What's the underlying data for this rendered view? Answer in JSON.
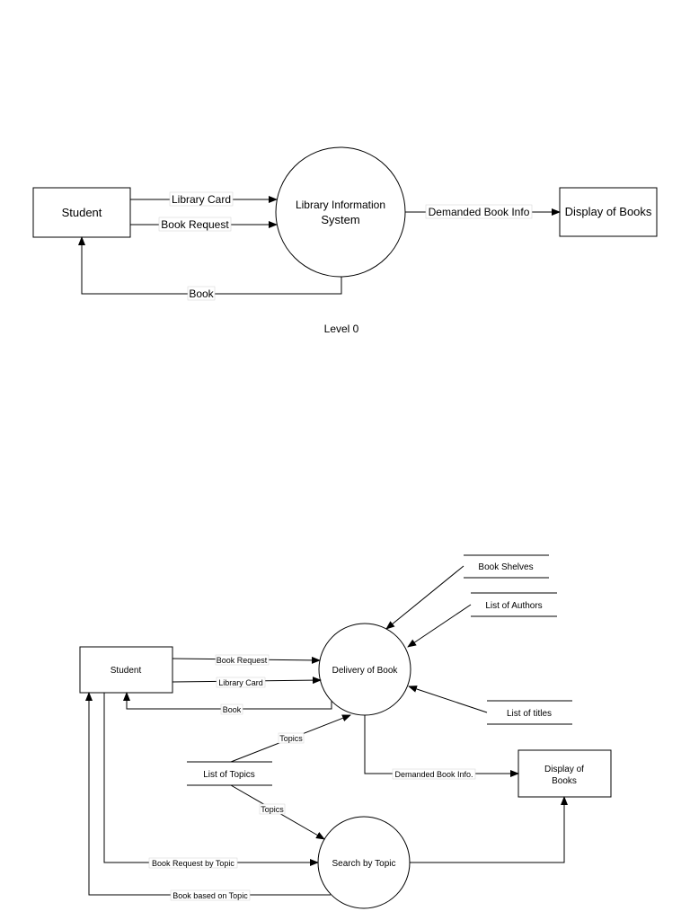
{
  "level0": {
    "caption": "Level 0",
    "student": "Student",
    "process_line1": "Library Information",
    "process_line2": "System",
    "display": "Display of Books",
    "flow_library_card": "Library Card",
    "flow_book_request": "Book Request",
    "flow_demanded": "Demanded Book Info",
    "flow_book": "Book"
  },
  "level1": {
    "student": "Student",
    "delivery": "Delivery of Book",
    "search": "Search by Topic",
    "display_line1": "Display of",
    "display_line2": "Books",
    "store_shelves": "Book Shelves",
    "store_authors": "List of Authors",
    "store_titles": "List of titles",
    "store_topics": "List of Topics",
    "flow_book_request": "Book Request",
    "flow_library_card": "Library Card",
    "flow_book": "Book",
    "flow_topics_up": "Topics",
    "flow_topics_down": "Topics",
    "flow_demanded": "Demanded Book Info.",
    "flow_request_by_topic": "Book Request by Topic",
    "flow_book_based": "Book based on Topic"
  }
}
